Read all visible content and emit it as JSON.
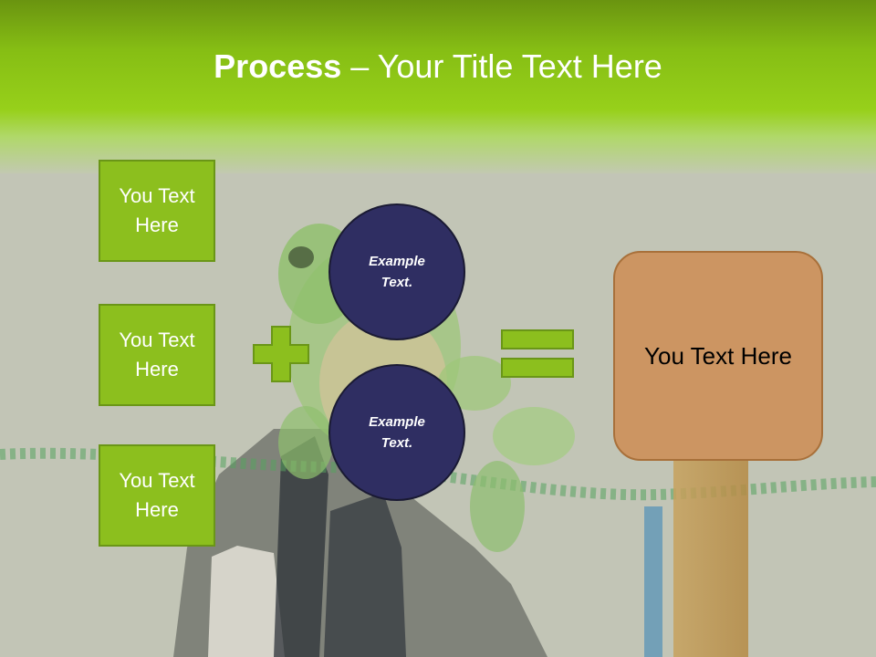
{
  "slide": {
    "title_bold": "Process",
    "title_rest": " – Your Title Text Here",
    "left_boxes": [
      "You Text Here",
      "You Text Here",
      "You Text Here"
    ],
    "circles": [
      "Example Text.",
      "Example Text."
    ],
    "result": "You Text Here"
  },
  "colors": {
    "header_green": "#86be14",
    "box_green": "#8cbf1e",
    "circle_navy": "#2f2e62",
    "result_tan": "#cc9562"
  },
  "icons": {
    "operator_1": "plus-icon",
    "operator_2": "equals-icon"
  }
}
